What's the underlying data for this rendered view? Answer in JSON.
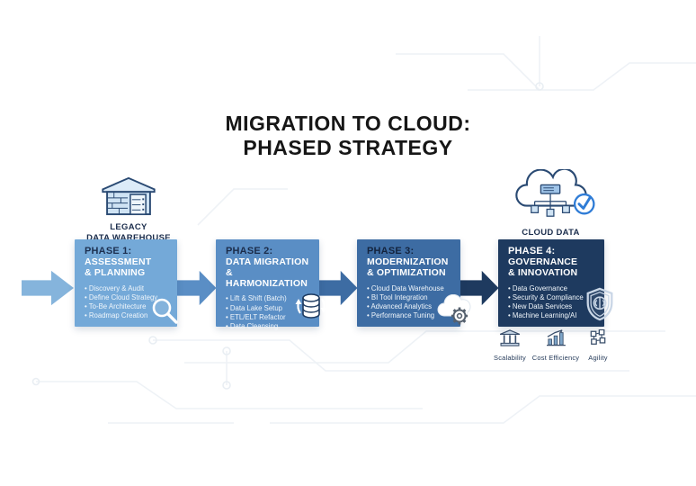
{
  "title": {
    "line1": "MIGRATION TO CLOUD:",
    "line2": "PHASED STRATEGY"
  },
  "source": {
    "label_line1": "LEGACY",
    "label_line2": "DATA WAREHOUSE",
    "icon": "warehouse-icon"
  },
  "destination": {
    "label": "CLOUD DATA PLATFORM",
    "icon": "cloud-network-check-icon"
  },
  "phases": [
    {
      "heading": "PHASE 1:",
      "title_line1": "ASSESSMENT",
      "title_line2": "& PLANNING",
      "bullets": [
        "Discovery & Audit",
        "Define Cloud Strategy",
        "To-Be Architecture",
        "Roadmap Creation"
      ],
      "color": "#74a9d8",
      "heading_color": "#1d3050",
      "icon": "magnifier-icon"
    },
    {
      "heading": "PHASE 2:",
      "title_line1": "DATA MIGRATION",
      "title_line2": "& HARMONIZATION",
      "bullets": [
        "Lift & Shift (Batch)",
        "Data Lake Setup",
        "ETL/ELT Refactor",
        "Data Cleansing"
      ],
      "color": "#5a8ec5",
      "heading_color": "#1b2c4a",
      "icon": "database-sync-icon"
    },
    {
      "heading": "PHASE 3:",
      "title_line1": "MODERNIZATION",
      "title_line2": "& OPTIMIZATION",
      "bullets": [
        "Cloud Data Warehouse",
        "BI Tool Integration",
        "Advanced Analytics",
        "Performance Tuning"
      ],
      "color": "#3d6ca3",
      "heading_color": "#13233d",
      "icon": "cloud-gear-icon"
    },
    {
      "heading": "PHASE 4:",
      "title_line1": "GOVERNANCE",
      "title_line2": "& INNOVATION",
      "bullets": [
        "Data Governance",
        "Security & Compliance",
        "New Data Services",
        "Machine Learning/AI"
      ],
      "color": "#1e3a5f",
      "heading_color": "#ffffff",
      "icon": "shield-ai-icon"
    }
  ],
  "arrows": [
    {
      "color": "#85b4dc"
    },
    {
      "color": "#5a8ec5"
    },
    {
      "color": "#3d6ca3"
    },
    {
      "color": "#1e3a5f"
    }
  ],
  "benefits": [
    {
      "label": "Scalability",
      "icon": "bank-building-icon"
    },
    {
      "label": "Cost Efficiency",
      "icon": "bar-chart-icon"
    },
    {
      "label": "Agility",
      "icon": "network-nodes-icon"
    }
  ],
  "palette": {
    "title_color": "#161616",
    "label_navy": "#1c2e4d",
    "check_blue": "#2f7cd6",
    "icon_outline": "#2a4a73"
  }
}
